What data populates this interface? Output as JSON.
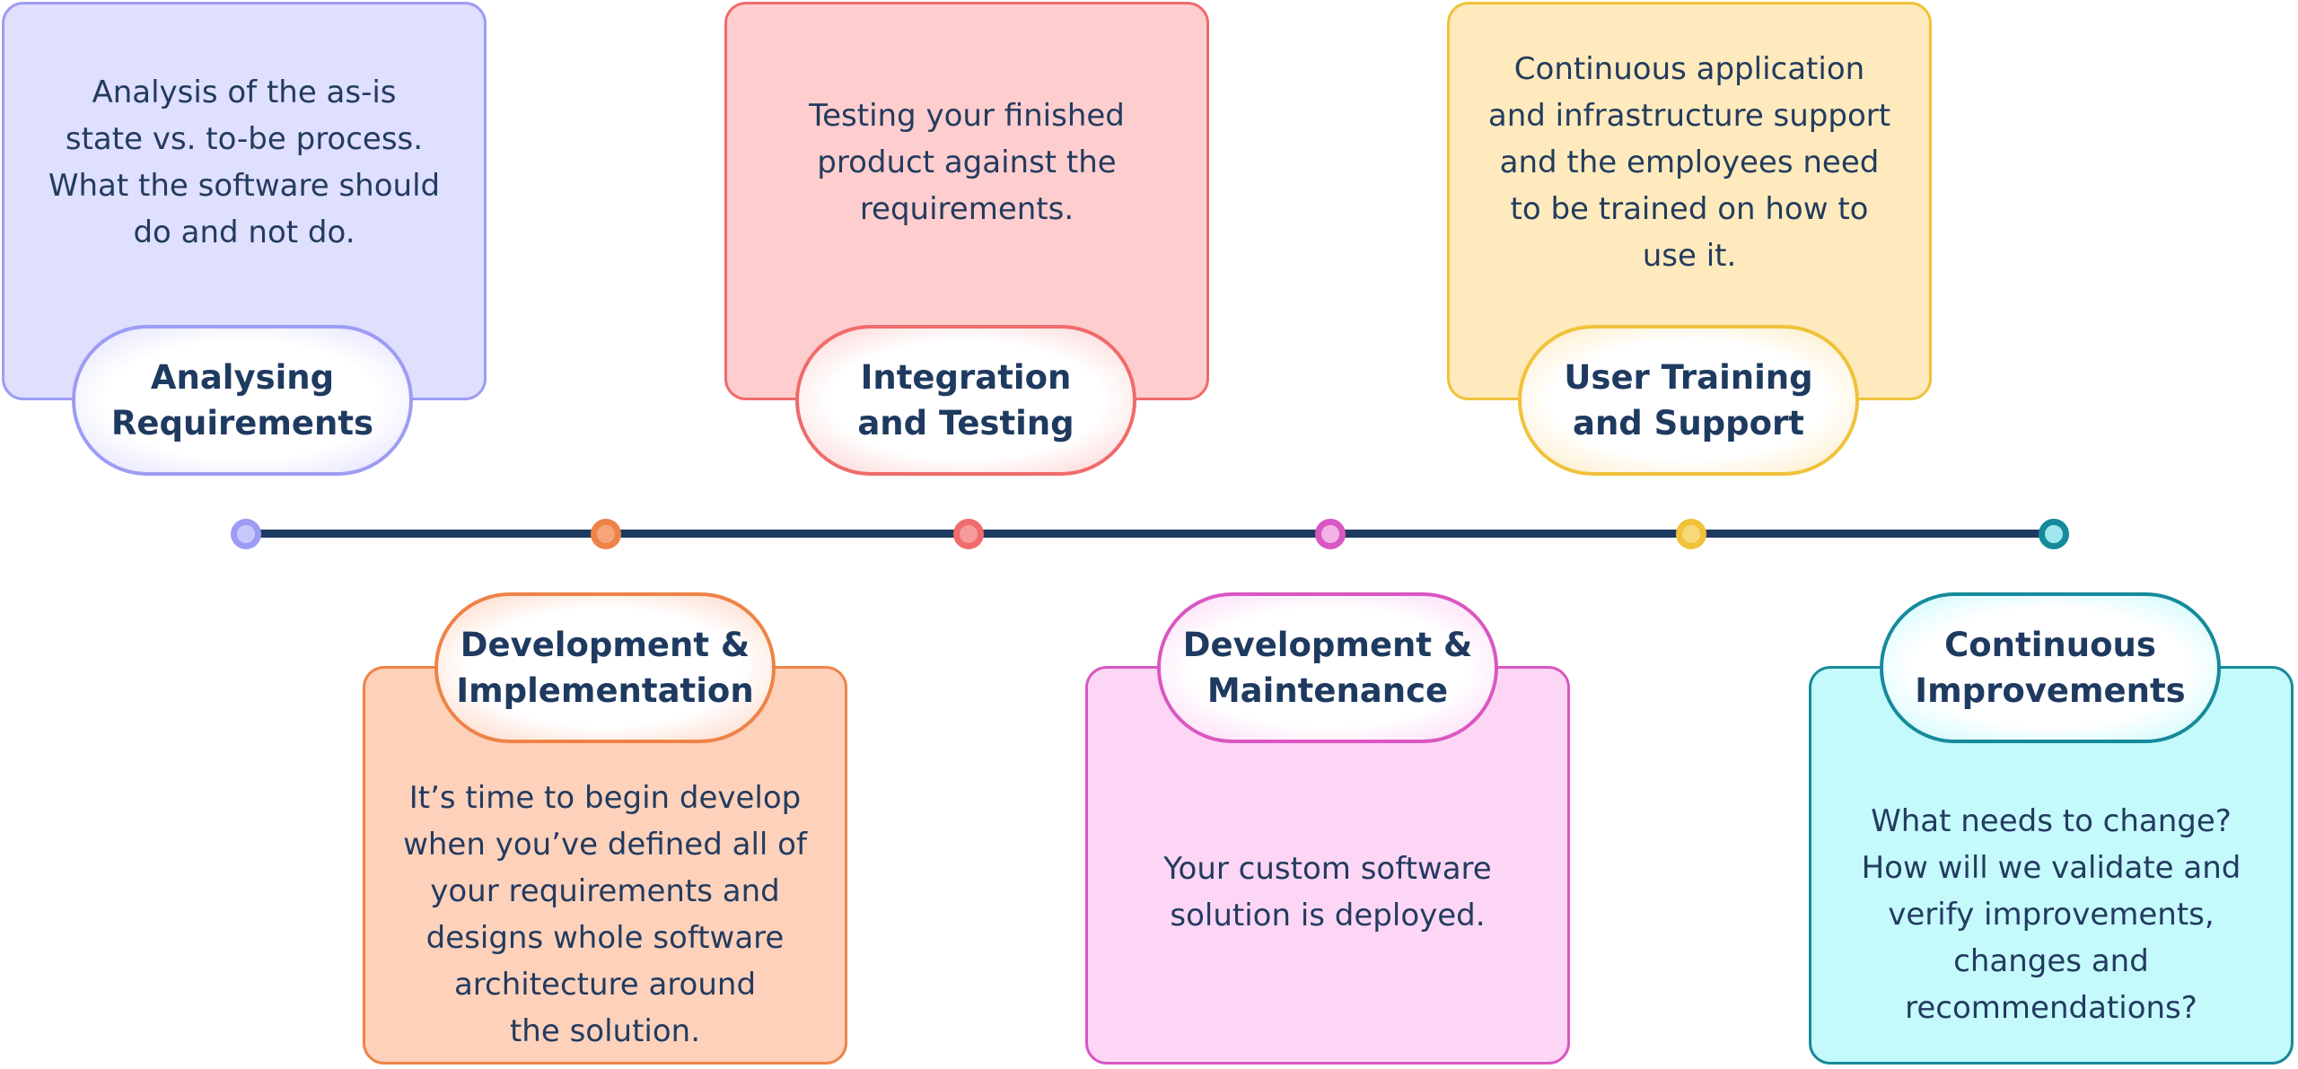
{
  "colors": {
    "line": "#1f3a60",
    "text": "#233b5f"
  },
  "steps": [
    {
      "title": "Analysing\nRequirements",
      "description": "Analysis of the as-is\nstate vs. to-be process.\nWhat the software should\ndo and not do.",
      "accent": "#9d9cf4",
      "card_bg": "#dfdffe",
      "dot_fill": "#c9c8fb"
    },
    {
      "title": "Development &\nImplementation",
      "description": "It’s time to begin develop\nwhen you’ve defined all of\nyour requirements and\ndesigns whole software\narchitecture around\nthe solution.",
      "accent": "#ee8347",
      "card_bg": "#fed1bb",
      "dot_fill": "#f6a57a"
    },
    {
      "title": "Integration\nand Testing",
      "description": "Testing your finished\nproduct against the\nrequirements.",
      "accent": "#f06b6b",
      "card_bg": "#fecece",
      "dot_fill": "#f69b9b"
    },
    {
      "title": "Development &\nMaintenance",
      "description": "Your custom software\nsolution is deployed.",
      "accent": "#d957c2",
      "card_bg": "#fdd6f5",
      "dot_fill": "#f2b3e6"
    },
    {
      "title": "User Training\nand Support",
      "description": "Continuous application\nand infrastructure support\nand the employees need\nto be trained on how to\nuse it.",
      "accent": "#f0c23a",
      "card_bg": "#feeabc",
      "dot_fill": "#f7d978"
    },
    {
      "title": "Continuous\nImprovements",
      "description": "What needs to change?\nHow will we validate and\nverify improvements,\nchanges and\nrecommendations?",
      "accent": "#158a9b",
      "card_bg": "#c4fafc",
      "dot_fill": "#9fe6ee"
    }
  ]
}
